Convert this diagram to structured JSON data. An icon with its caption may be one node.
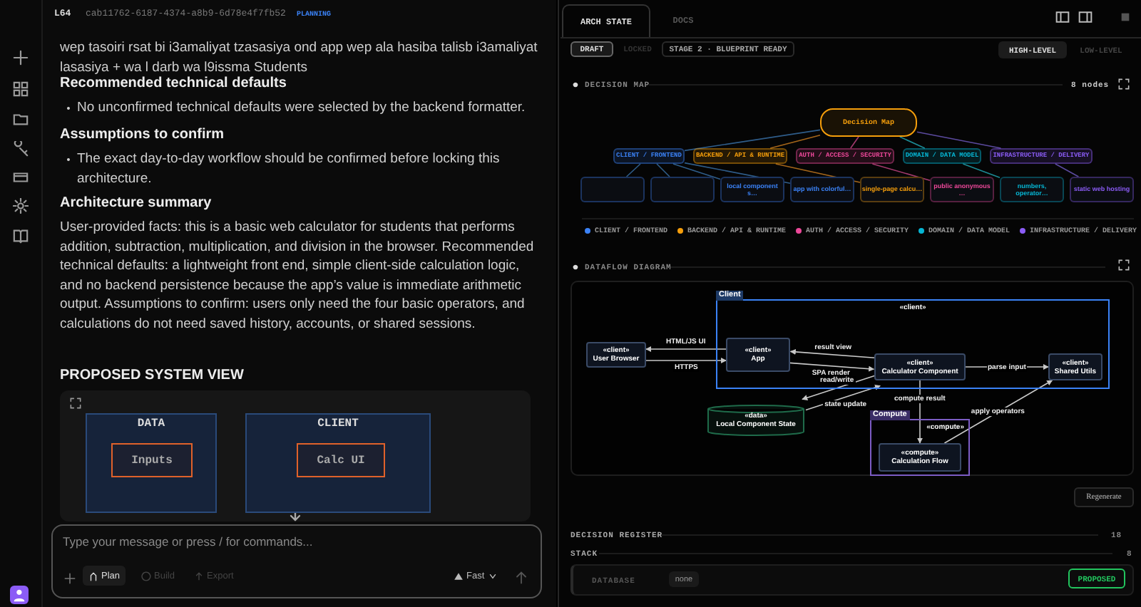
{
  "diagram": {
    "nodes": [
      {
        "text": [
          "Decision Map"
        ]
      },
      {
        "text": [
          "CLIENT / FRONTEND"
        ]
      },
      {
        "text": [
          "BACKEND / API & RUNTIME"
        ]
      },
      {
        "text": [
          "AUTH / ACCESS / SECURITY"
        ]
      },
      {
        "text": [
          "DOMAIN / DATA MODEL"
        ]
      },
      {
        "text": [
          "INFRASTRUCTURE / DELIVERY"
        ]
      },
      {
        "text": [],
        "shape": "box"
      },
      {
        "text": [],
        "shape": "box"
      },
      {
        "text": [
          "local component s…"
        ]
      },
      {
        "text": [
          "app with colorful…"
        ]
      },
      {
        "text": [
          "single-page calcu…"
        ]
      },
      {
        "text": [
          "public anonymous …"
        ]
      },
      {
        "text": [
          "numbers, operator…"
        ]
      },
      {
        "text": [
          "static web hosting"
        ]
      },
      {
        "text": [
          "Client",
          "«client»"
        ]
      },
      {
        "text": [
          "«client»",
          "User Browser"
        ]
      },
      {
        "text": [
          "«client»",
          "App"
        ],
        "in": 14
      },
      {
        "text": [
          "«client»",
          "Calculator Component"
        ],
        "in": 14
      },
      {
        "text": [
          "«client»",
          "Shared Utils"
        ],
        "in": 14
      },
      {
        "text": [
          "«data»",
          "Local Component State"
        ]
      },
      {
        "text": [
          "Compute",
          "«compute»"
        ]
      },
      {
        "text": [
          "«compute»",
          "Calculation Flow"
        ],
        "in": 20
      },
      {
        "text": [
          "DATA"
        ]
      },
      {
        "text": [
          "Inputs"
        ],
        "in": 22
      },
      {
        "text": [
          "CLIENT"
        ]
      },
      {
        "text": [
          "Calc UI"
        ],
        "in": 24
      }
    ],
    "edges": [
      {
        "from": 0,
        "to": 1,
        "arrow": "none",
        "color": "#2f5d8a"
      },
      {
        "from": 0,
        "to": 2,
        "arrow": "none",
        "color": "#a5661a"
      },
      {
        "from": 0,
        "to": 3,
        "arrow": "none",
        "color": "#a33a6e"
      },
      {
        "from": 0,
        "to": 4,
        "arrow": "none",
        "color": "#1c8a94"
      },
      {
        "from": 0,
        "to": 5,
        "arrow": "none",
        "color": "#5b4a9e"
      },
      {
        "from": 1,
        "to": 6,
        "arrow": "none",
        "color": "#2f5d8a"
      },
      {
        "from": 1,
        "to": 7,
        "arrow": "none",
        "color": "#2f5d8a"
      },
      {
        "from": 1,
        "to": 8,
        "arrow": "none",
        "color": "#2f5d8a"
      },
      {
        "from": 1,
        "to": 9,
        "arrow": "none",
        "color": "#2f5d8a"
      },
      {
        "from": 2,
        "to": 10,
        "arrow": "none",
        "color": "#a5661a"
      },
      {
        "from": 3,
        "to": 11,
        "arrow": "none",
        "color": "#a33a6e"
      },
      {
        "from": 4,
        "to": 12,
        "arrow": "none",
        "color": "#1c8a94"
      },
      {
        "from": 5,
        "to": 13,
        "arrow": "none",
        "color": "#5b4a9e"
      },
      {
        "from": 15,
        "to": 16,
        "arrow": "to",
        "label": "HTTPS"
      },
      {
        "from": 16,
        "to": 15,
        "arrow": "to",
        "label": "HTML/JS UI"
      },
      {
        "from": 17,
        "to": 16,
        "arrow": "to",
        "label": "result view"
      },
      {
        "from": 16,
        "to": 17,
        "arrow": "to",
        "label": "SPA render"
      },
      {
        "from": 17,
        "to": 18,
        "arrow": "to",
        "label": "parse input"
      },
      {
        "from": 19,
        "to": 17,
        "arrow": "to",
        "label": "state update"
      },
      {
        "from": 17,
        "to": 19,
        "arrow": "to",
        "label": "read/write"
      },
      {
        "from": 17,
        "to": 21,
        "arrow": "to",
        "label": "compute result"
      },
      {
        "from": 21,
        "to": 18,
        "arrow": "to",
        "label": "apply operators"
      }
    ],
    "labels": [
      "L64",
      "cab11762-6187-4374-a8b9-6d78e4f7fb52",
      "PLANNING",
      "wep tasoiri rsat bi i3amaliyat tzasasiya ond app wep ala hasiba talisb i3amaliyat lasasiya + wa l darb wa l9issma Students",
      "Recommended technical defaults",
      "No unconfirmed technical defaults were selected by the backend formatter.",
      "Assumptions to confirm",
      "The exact day-to-day workflow should be confirmed before locking this architecture.",
      "Architecture summary",
      "User-provided facts: this is a basic web calculator for students that performs addition, subtraction, multiplication, and division in the browser. Recommended technical defaults: a lightweight front end, simple client-side calculation logic, and no backend persistence because the app’s value is immediate arithmetic output. Assumptions to confirm: users only need the four basic operators, and calculations do not need saved history, accounts, or shared sessions.",
      "PROPOSED SYSTEM VIEW",
      "Type your message or press / for commands...",
      "Plan",
      "Build",
      "Export",
      "Fast",
      "ARCH STATE",
      "DOCS",
      "DRAFT",
      "LOCKED",
      "STAGE 2 · BLUEPRINT READY",
      "HIGH-LEVEL",
      "LOW-LEVEL",
      "DECISION MAP",
      "8 nodes",
      "DATAFLOW DIAGRAM",
      "Regenerate",
      "DECISION REGISTER",
      "18",
      "STACK",
      "8",
      "DATABASE",
      "none",
      "PROPOSED"
    ],
    "legend": [
      {
        "text": "CLIENT / FRONTEND",
        "color": "#3b82f6"
      },
      {
        "text": "BACKEND / API & RUNTIME",
        "color": "#f59e0b"
      },
      {
        "text": "AUTH / ACCESS / SECURITY",
        "color": "#ec4899"
      },
      {
        "text": "DOMAIN / DATA MODEL",
        "color": "#06b6d4"
      },
      {
        "text": "INFRASTRUCTURE / DELIVERY",
        "color": "#8b5cf6"
      }
    ]
  }
}
